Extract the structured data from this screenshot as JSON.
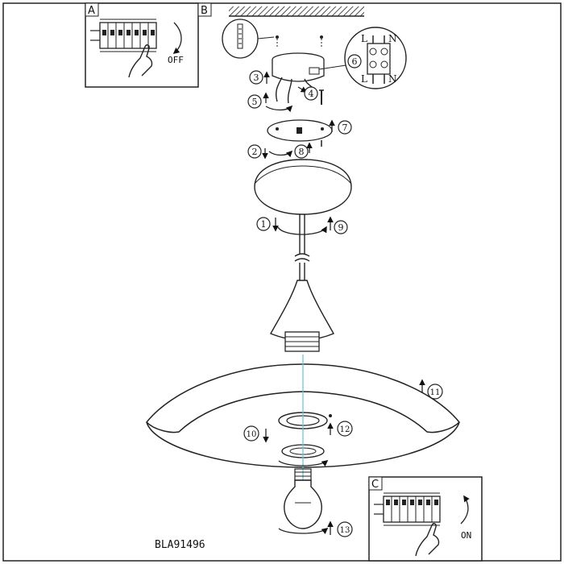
{
  "panels": {
    "a": {
      "tag": "A",
      "switch_label": "OFF"
    },
    "b": {
      "tag": "B"
    },
    "c": {
      "tag": "C",
      "switch_label": "ON"
    }
  },
  "terminal_labels": {
    "top_left": "L",
    "top_right": "N",
    "bottom_left": "L",
    "bottom_right": "N"
  },
  "steps": [
    "1",
    "2",
    "3",
    "4",
    "5",
    "6",
    "7",
    "8",
    "9",
    "10",
    "11",
    "12",
    "13"
  ],
  "model_code": "BLA91496"
}
